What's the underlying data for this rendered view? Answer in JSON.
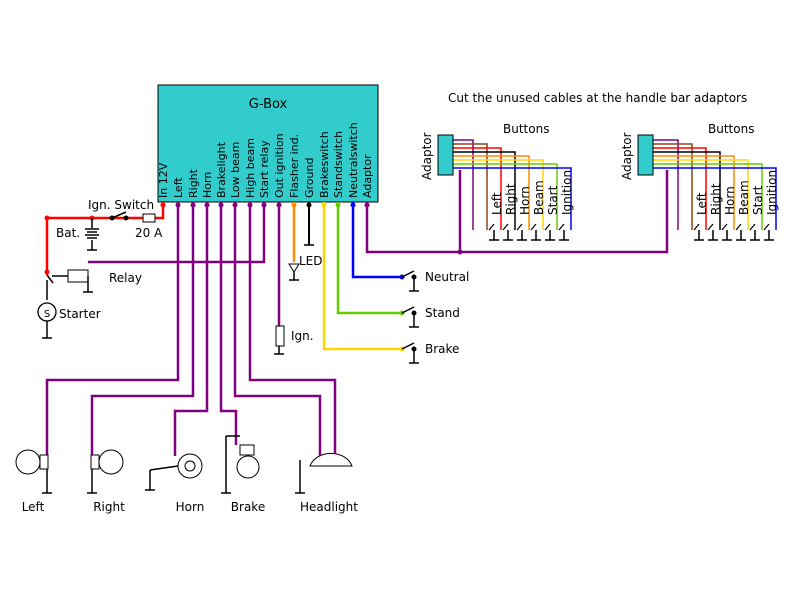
{
  "gbox": {
    "title": "G-Box",
    "pins": [
      "In 12V",
      "Left",
      "Right",
      "Horn",
      "Brakelight",
      "Low beam",
      "High beam",
      "Start relay",
      "Out ignition",
      "Flasher ind.",
      "Ground",
      "Brakeswitch",
      "Standswitch",
      "Neutralswitch",
      "Adaptor"
    ]
  },
  "note": "Cut the unused cables at the handle bar adaptors",
  "supply": {
    "ign_switch": "Ign. Switch",
    "battery": "Bat.",
    "fuse": "20 A",
    "relay": "Relay",
    "starter": "Starter",
    "starter_symbol": "S"
  },
  "indicators": {
    "led": "LED",
    "ign": "Ign."
  },
  "switches": [
    "Neutral",
    "Stand",
    "Brake"
  ],
  "loads": [
    "Left",
    "Right",
    "Horn",
    "Brake",
    "Headlight"
  ],
  "adaptors": [
    {
      "label": "Adaptor",
      "buttons_title": "Buttons",
      "buttons": [
        "Left",
        "Right",
        "Horn",
        "Beam",
        "Start",
        "Ignition"
      ]
    },
    {
      "label": "Adaptor",
      "buttons_title": "Buttons",
      "buttons": [
        "Left",
        "Right",
        "Horn",
        "Beam",
        "Start",
        "Ignition"
      ]
    }
  ],
  "colors": {
    "box": "#33cccc",
    "red": "#ff0000",
    "purple": "#800080",
    "orange": "#ff8c00",
    "yellow": "#ffd700",
    "green": "#66cc00",
    "blue": "#0000ff",
    "black": "#000000"
  }
}
